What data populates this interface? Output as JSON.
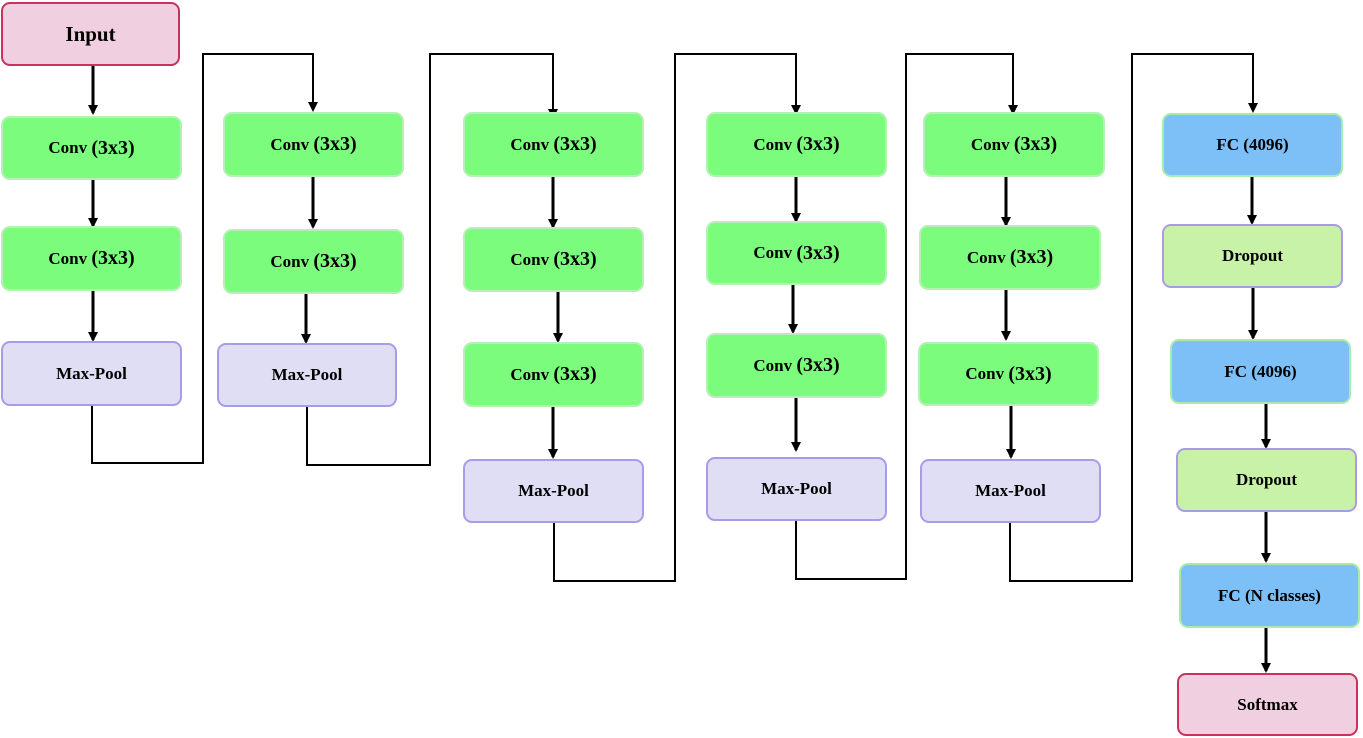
{
  "diagram": {
    "input": "Input",
    "blocks": [
      {
        "convs": [
          {
            "a": "Conv",
            "b": "(3x3)"
          },
          {
            "a": "Conv",
            "b": "(3x3)"
          }
        ],
        "pool": "Max-Pool"
      },
      {
        "convs": [
          {
            "a": "Conv",
            "b": "(3x3)"
          },
          {
            "a": "Conv",
            "b": "(3x3)"
          }
        ],
        "pool": "Max-Pool"
      },
      {
        "convs": [
          {
            "a": "Conv",
            "b": "(3x3)"
          },
          {
            "a": "Conv",
            "b": "(3x3)"
          },
          {
            "a": "Conv",
            "b": "(3x3)"
          }
        ],
        "pool": "Max-Pool"
      },
      {
        "convs": [
          {
            "a": "Conv",
            "b": "(3x3)"
          },
          {
            "a": "Conv",
            "b": "(3x3)"
          },
          {
            "a": "Conv",
            "b": "(3x3)"
          }
        ],
        "pool": "Max-Pool"
      },
      {
        "convs": [
          {
            "a": "Conv",
            "b": "(3x3)"
          },
          {
            "a": "Conv",
            "b": "(3x3)"
          },
          {
            "a": "Conv",
            "b": "(3x3)"
          }
        ],
        "pool": "Max-Pool"
      }
    ],
    "classifier": {
      "fc1": "FC (4096)",
      "dropout1": "Dropout",
      "fc2": "FC (4096)",
      "dropout2": "Dropout",
      "fc3": "FC (N classes)",
      "softmax": "Softmax"
    },
    "colors": {
      "input_fill": "#f0d0e0",
      "input_border": "#c8325c",
      "conv_fill": "#7cfc7c",
      "pool_fill": "#e0def4",
      "pool_border": "#a99be6",
      "fc_fill": "#7dbff7",
      "dropout_fill": "#c8f2a8",
      "arrow": "#000000"
    }
  }
}
